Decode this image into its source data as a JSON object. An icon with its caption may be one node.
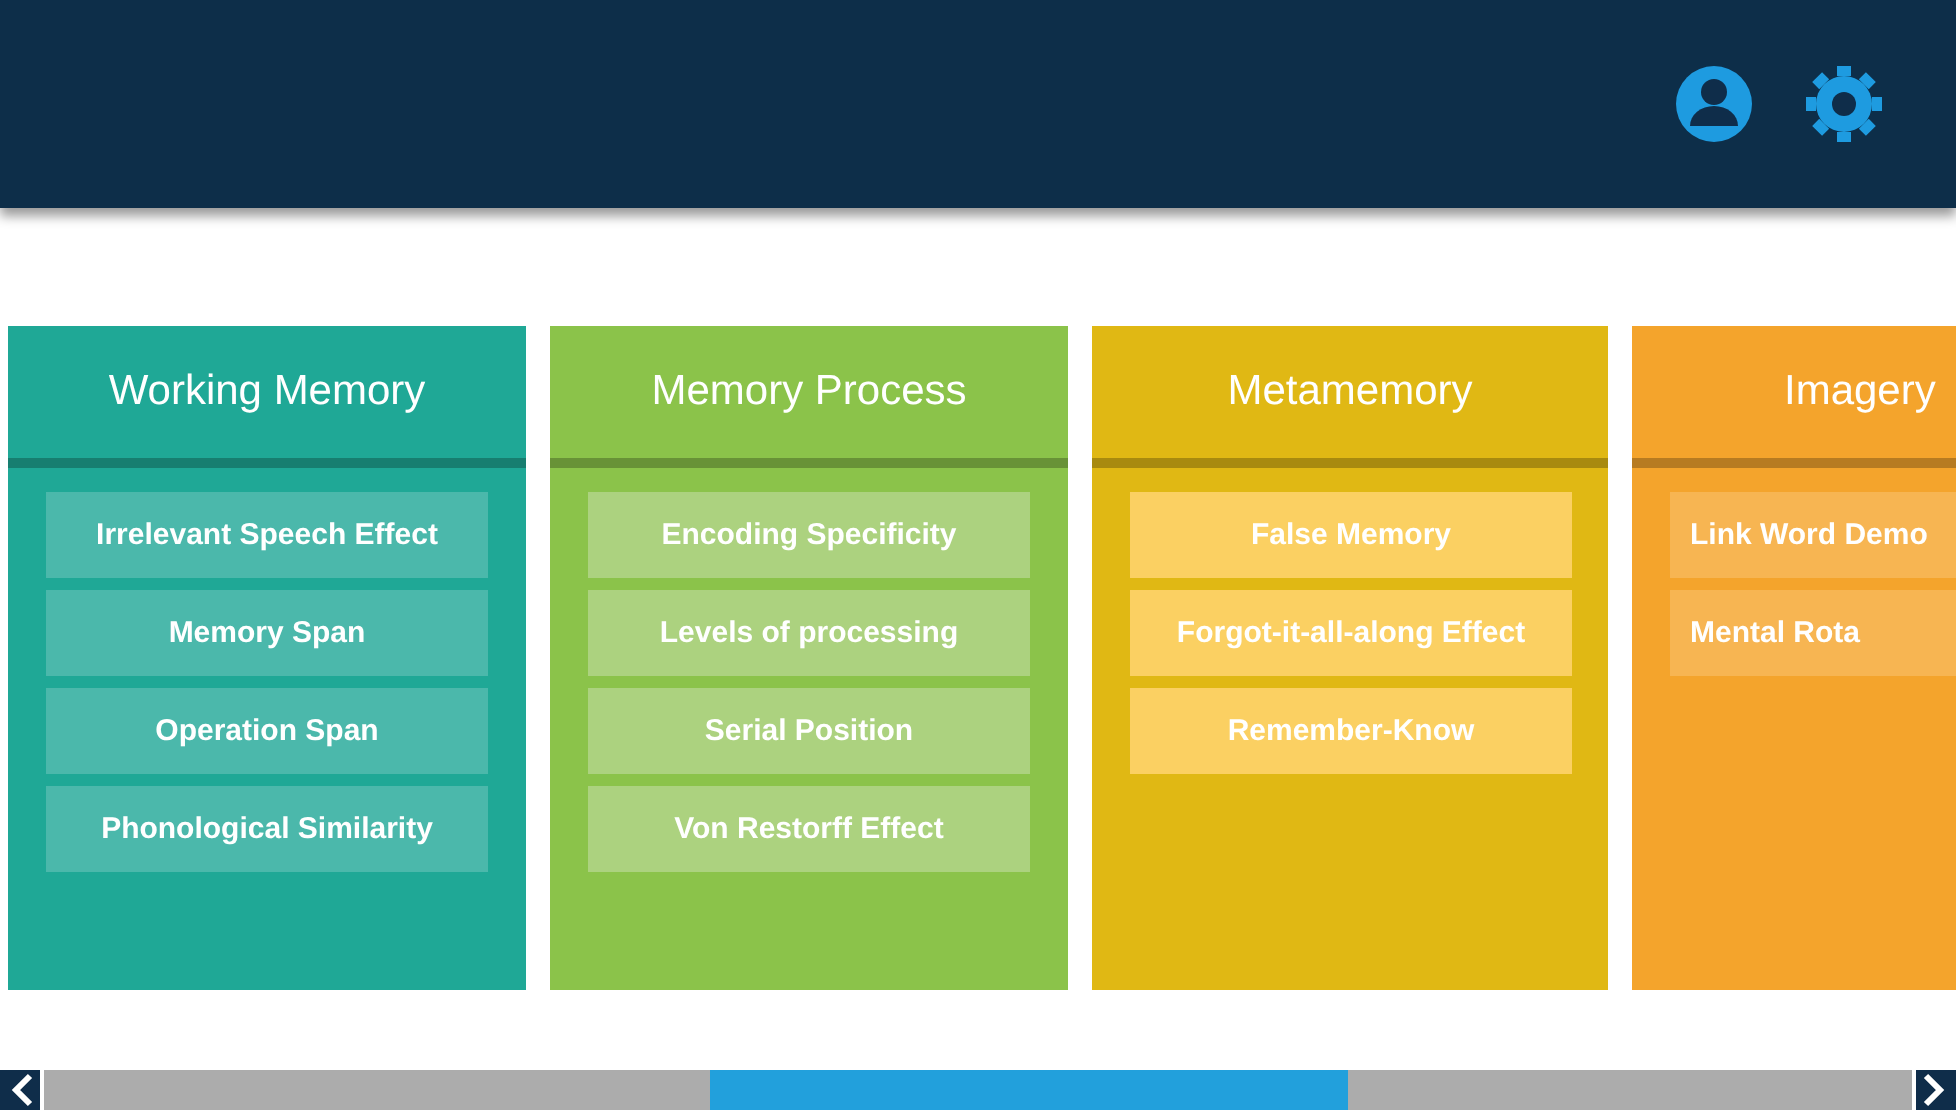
{
  "diagram": {
    "nodes": [
      {
        "text": [
          "Working Memory"
        ]
      },
      {
        "text": [
          "Irrelevant Speech Effect"
        ],
        "in": 0
      },
      {
        "text": [
          "Memory Span"
        ],
        "in": 0
      },
      {
        "text": [
          "Operation Span"
        ],
        "in": 0
      },
      {
        "text": [
          "Phonological Similarity"
        ],
        "in": 0
      },
      {
        "text": [
          "Memory Process"
        ]
      },
      {
        "text": [
          "Encoding Specificity"
        ],
        "in": 5
      },
      {
        "text": [
          "Levels of processing"
        ],
        "in": 5
      },
      {
        "text": [
          "Serial Position"
        ],
        "in": 5
      },
      {
        "text": [
          "Von Restorff Effect"
        ],
        "in": 5
      },
      {
        "text": [
          "Metamemory"
        ]
      },
      {
        "text": [
          "False Memory"
        ],
        "in": 10
      },
      {
        "text": [
          "Forgot-it-all-along Effect"
        ],
        "in": 10
      },
      {
        "text": [
          "Remember-Know"
        ],
        "in": 10
      },
      {
        "text": [
          "Imagery"
        ]
      },
      {
        "text": [
          "Link Word Demo"
        ],
        "in": 14
      },
      {
        "text": [
          "Mental Rota"
        ],
        "in": 14
      }
    ]
  }
}
